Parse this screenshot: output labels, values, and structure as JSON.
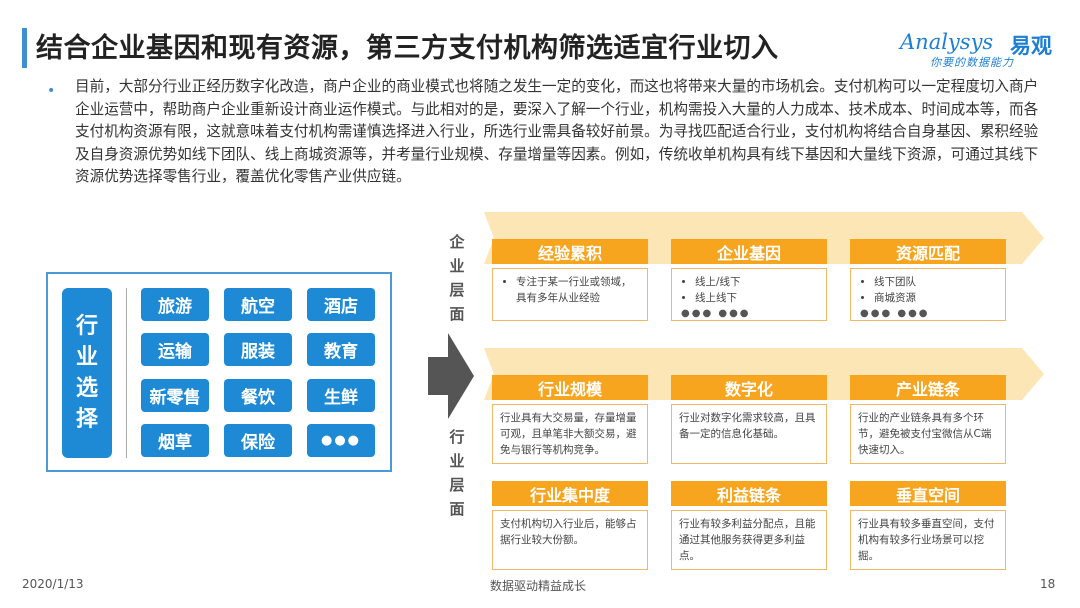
{
  "title": "结合企业基因和现有资源，第三方支付机构筛选适宜行业切入",
  "logo": {
    "en": "Analysys",
    "cn": "易观",
    "tagline": "你要的数据能力"
  },
  "paragraph": "目前，大部分行业正经历数字化改造，商户企业的商业模式也将随之发生一定的变化，而这也将带来大量的市场机会。支付机构可以一定程度切入商户企业运营中，帮助商户企业重新设计商业运作模式。与此相对的是，要深入了解一个行业，机构需投入大量的人力成本、技术成本、时间成本等，而各支付机构资源有限，这就意味着支付机构需谨慎选择进入行业，所选行业需具备较好前景。为寻找匹配适合行业，支付机构将结合自身基因、累积经验及自身资源优势如线下团队、线上商城资源等，并考量行业规模、存量增量等因素。例如，传统收单机构具有线下基因和大量线下资源，可通过其线下资源优势选择零售行业，覆盖优化零售产业供应链。",
  "industry_panel": {
    "label": "行业选择",
    "items": [
      "旅游",
      "航空",
      "酒店",
      "运输",
      "服装",
      "教育",
      "新零售",
      "餐饮",
      "生鲜",
      "烟草",
      "保险",
      "●●●"
    ]
  },
  "enterprise_level": {
    "label": "企业层面",
    "cards": [
      {
        "title": "经验累积",
        "bullets": [
          "专注于某一行业或领域，具有多年从业经验"
        ],
        "more": ""
      },
      {
        "title": "企业基因",
        "bullets": [
          "线上/线下",
          "线上线下"
        ],
        "more": "●●● ●●●"
      },
      {
        "title": "资源匹配",
        "bullets": [
          "线下团队",
          "商城资源"
        ],
        "more": "●●● ●●●"
      }
    ]
  },
  "industry_level": {
    "label": "行业层面",
    "cards": [
      {
        "title": "行业规模",
        "text": "行业具有大交易量，存量增量可观，且单笔非大额交易，避免与银行等机构竞争。"
      },
      {
        "title": "数字化",
        "text": "行业对数字化需求较高，且具备一定的信息化基础。"
      },
      {
        "title": "产业链条",
        "text": "行业的产业链条具有多个环节，避免被支付宝微信从C端快速切入。"
      },
      {
        "title": "行业集中度",
        "text": "支付机构切入行业后，能够占据行业较大份额。"
      },
      {
        "title": "利益链条",
        "text": "行业有较多利益分配点，且能通过其他服务获得更多利益点。"
      },
      {
        "title": "垂直空间",
        "text": "行业具有较多垂直空间，支付机构有较多行业场景可以挖掘。"
      }
    ]
  },
  "footer": {
    "date": "2020/1/13",
    "slogan": "数据驱动精益成长",
    "page": "18"
  },
  "colors": {
    "accent": "#1e8ad6",
    "orange": "#f7a51f",
    "band": "#fce6b6"
  }
}
